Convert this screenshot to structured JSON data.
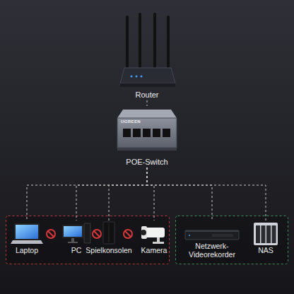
{
  "diagram": {
    "nodes": [
      {
        "text": [
          "Router"
        ]
      },
      {
        "text": [
          "POE-Switch"
        ]
      },
      {
        "text": [
          "Laptop"
        ]
      },
      {
        "text": [
          "PC"
        ]
      },
      {
        "text": [
          "Spielkonsolen"
        ]
      },
      {
        "text": [
          "Kamera"
        ]
      },
      {
        "text": [
          "Netzwerk-Videorekorder"
        ]
      },
      {
        "text": [
          "NAS"
        ]
      }
    ],
    "edges": [
      {
        "from": 0,
        "to": 1,
        "arrow": "none"
      },
      {
        "from": 1,
        "to": 2,
        "arrow": "none"
      },
      {
        "from": 1,
        "to": 3,
        "arrow": "none"
      },
      {
        "from": 1,
        "to": 4,
        "arrow": "none"
      },
      {
        "from": 1,
        "to": 5,
        "arrow": "none"
      },
      {
        "from": 1,
        "to": 6,
        "arrow": "none"
      },
      {
        "from": 1,
        "to": 7,
        "arrow": "none"
      }
    ],
    "labels": [
      "UGREEN"
    ]
  }
}
